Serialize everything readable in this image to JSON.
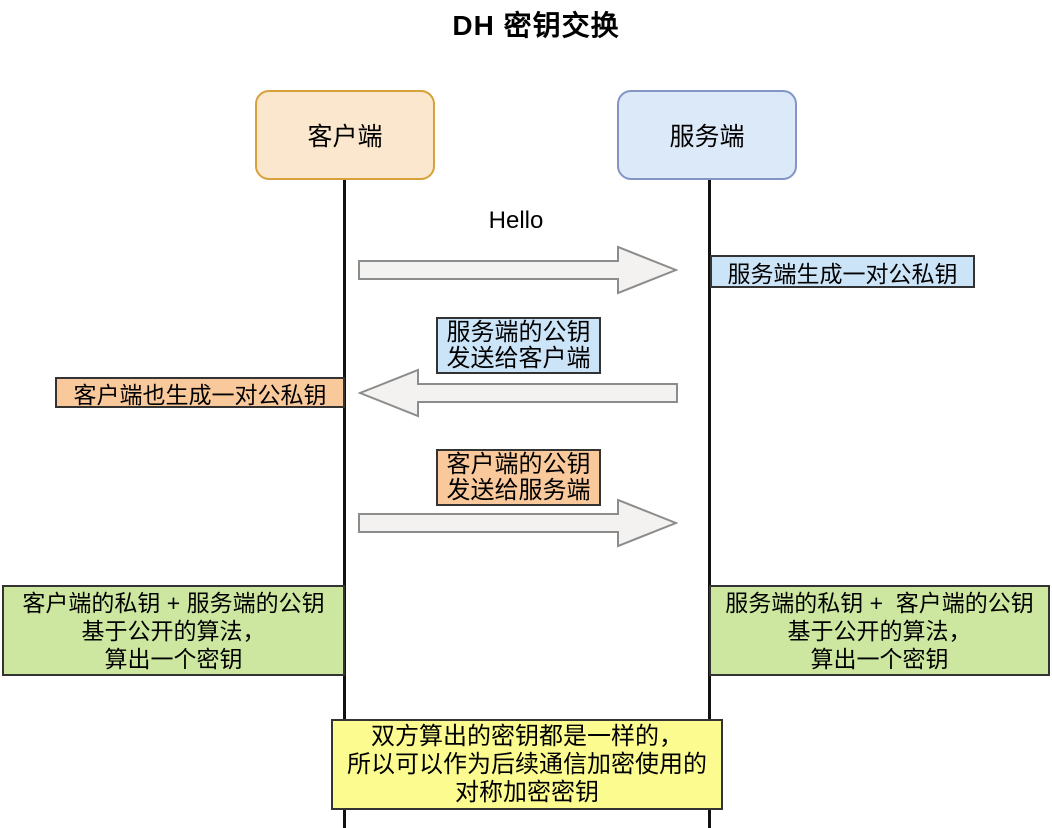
{
  "colors": {
    "client_fill": "#FBE7CD",
    "client_border": "#D7A13B",
    "server_fill": "#DCE9F8",
    "server_border": "#8295C5",
    "blue_note_fill": "#CCE4F7",
    "orange_note_fill": "#F9C99C",
    "green_note_fill": "#CDE7A0",
    "yellow_note_fill": "#FBFB90",
    "arrow_fill": "#F4F2F1",
    "arrow_border": "#8C8C8C",
    "note_border": "#333333",
    "lifeline": "#111111"
  },
  "diagram": {
    "title": "DH 密钥交换",
    "actors": {
      "client": "客户端",
      "server": "服务端"
    },
    "messages": {
      "hello": "Hello",
      "server_pubkey": {
        "line1": "服务端的公钥",
        "line2": "发送给客户端"
      },
      "client_pubkey": {
        "line1": "客户端的公钥",
        "line2": "发送给服务端"
      }
    },
    "notes": {
      "server_gen": "服务端生成一对公私钥",
      "client_gen": "客户端也生成一对公私钥",
      "client_compute": {
        "line1": "客户端的私钥 + 服务端的公钥",
        "line2": "基于公开的算法，",
        "line3": "算出一个密钥"
      },
      "server_compute": {
        "line1": "服务端的私钥 +  客户端的公钥",
        "line2": "基于公开的算法，",
        "line3": "算出一个密钥"
      },
      "conclusion": {
        "line1": "双方算出的密钥都是一样的，",
        "line2": "所以可以作为后续通信加密使用的",
        "line3": "对称加密密钥"
      }
    }
  }
}
